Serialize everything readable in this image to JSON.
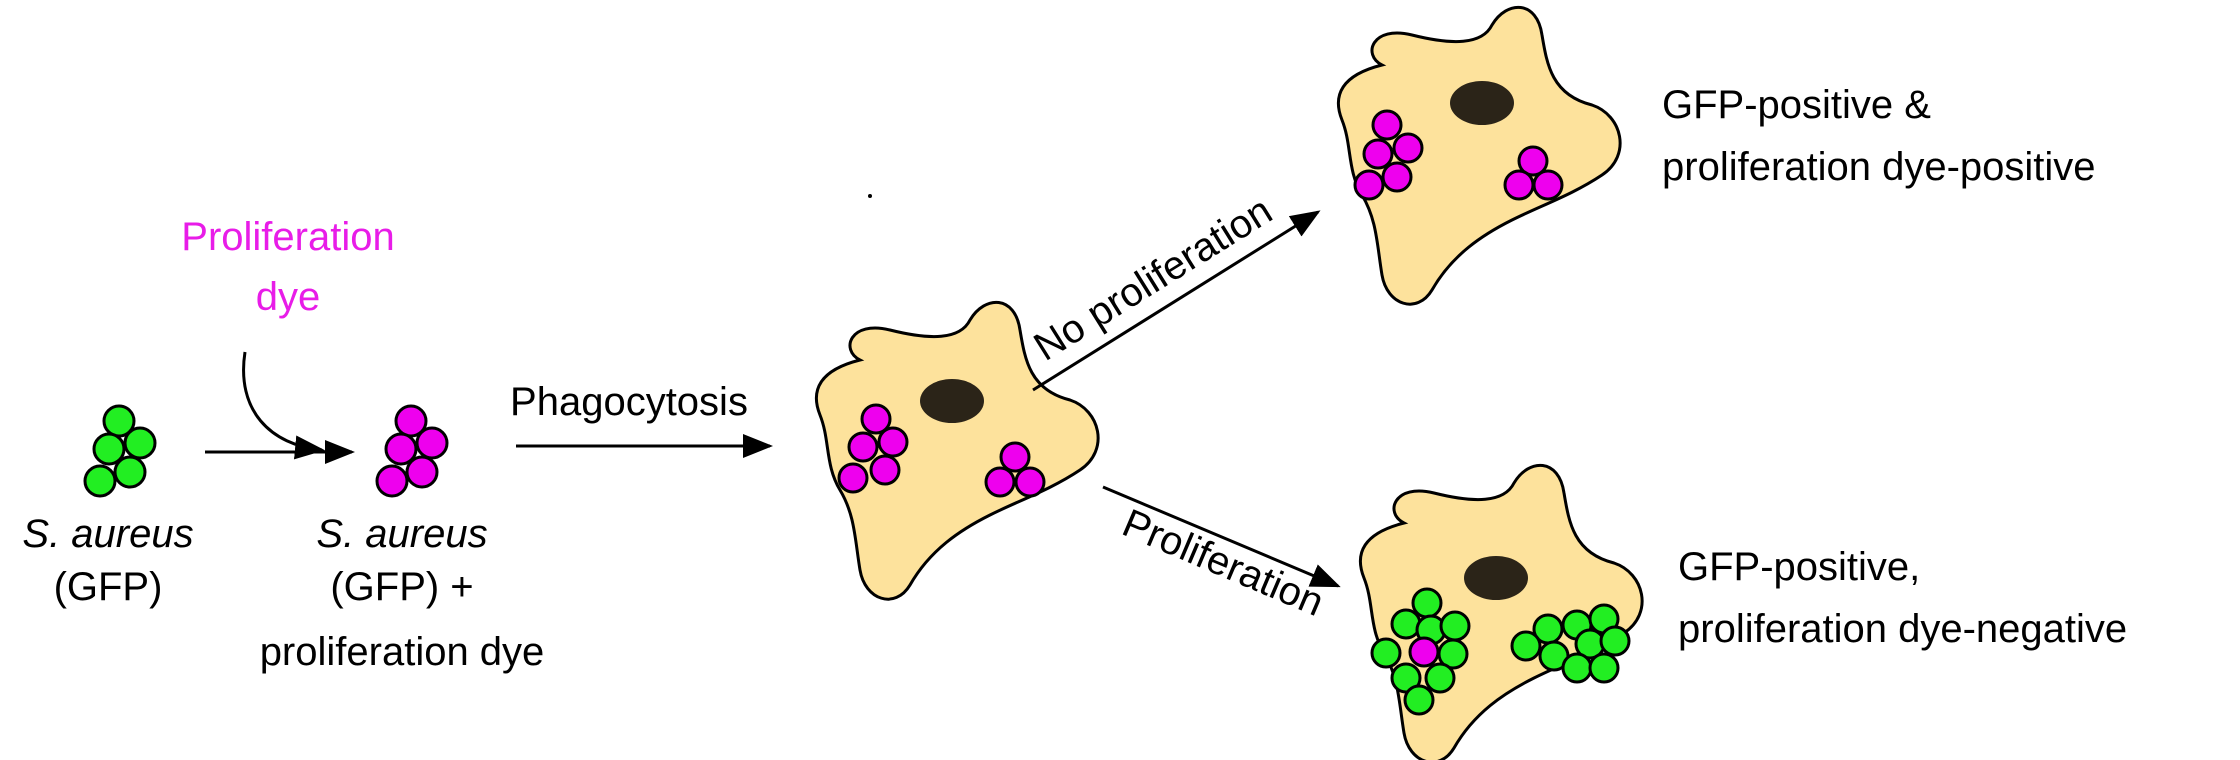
{
  "labels": {
    "dye": [
      "Proliferation",
      "dye"
    ],
    "bacteria_gfp": {
      "species": "S. aureus",
      "marker": "(GFP)"
    },
    "bacteria_dyed": {
      "species": "S. aureus",
      "marker": "(GFP) +",
      "dye": "proliferation dye"
    },
    "phagocytosis": "Phagocytosis",
    "no_proliferation": "No proliferation",
    "proliferation": "Proliferation",
    "outcome_top": [
      "GFP-positive &",
      "proliferation dye-positive"
    ],
    "outcome_bottom": [
      "GFP-positive,",
      "proliferation dye-negative"
    ]
  },
  "colors": {
    "gfp": "#22ee22",
    "dye": "#ee00ee",
    "dye_text": "#e81ce8",
    "cell_fill": "#fde29c",
    "nucleus": "#2b2418",
    "outline": "#000000"
  }
}
